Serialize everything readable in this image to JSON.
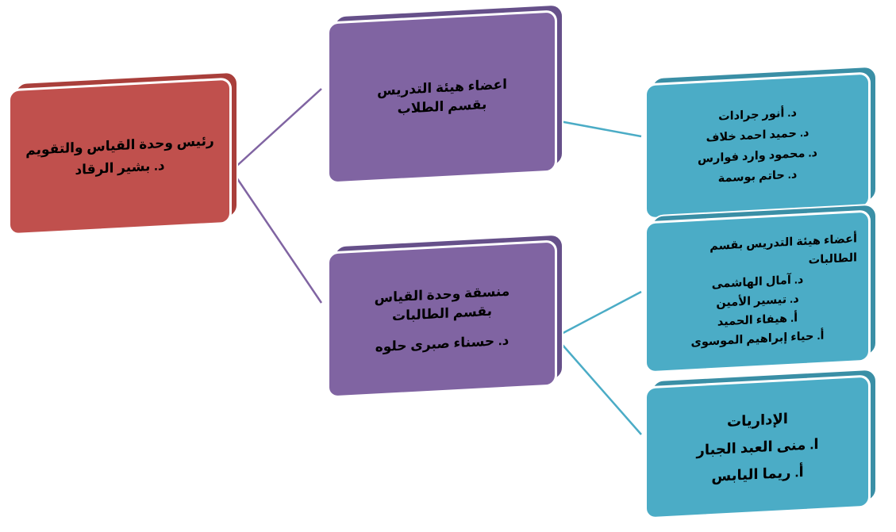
{
  "colors": {
    "head": "#c0504d",
    "faculty": "#8064a2",
    "staff": "#4bacc6",
    "connector_purple": "#8064a2",
    "connector_teal": "#4bacc6"
  },
  "head": {
    "title": "رئيس وحدة القياس والتقويم",
    "name": "د. بشير الرقاد"
  },
  "faculty_male_section": {
    "title": "اعضاء هيئة التدريس بقسم الطلاب"
  },
  "coordinator": {
    "title": "منسقة وحدة القياس بقسم الطالبات",
    "name": "د. حسناء صبرى حلوه"
  },
  "male_members": {
    "items": [
      "د. أنور جرادات",
      "د. حميد احمد خلاف",
      "د. محمود وارد فوارس",
      "د. حاتم بوسمة"
    ]
  },
  "female_members": {
    "title": "أعضاء هيئة التدريس بقسم الطالبات",
    "items": [
      "د. آمال الهاشمى",
      "د. تيسير الأمين",
      "أ. هيفاء الحميد",
      "أ. حياء  إبراهيم الموسوى"
    ]
  },
  "administrative": {
    "title": "الإداريات",
    "items": [
      "ا. منى العبد الجبار",
      "أ. ريما اليابس"
    ]
  }
}
